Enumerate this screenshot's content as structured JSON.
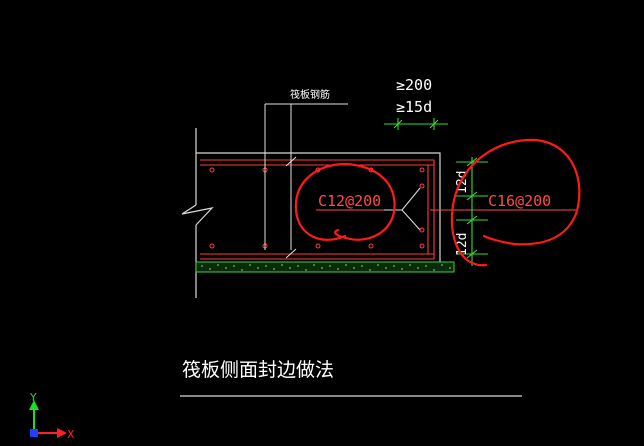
{
  "drawing": {
    "title": "筏板侧面封边做法",
    "leader_label": "筏板钢筋",
    "dim_min_200": "≥200",
    "dim_min_15d": "≥15d",
    "rebar_inner": "C12@200",
    "rebar_side": "C16@200",
    "dim_12d_top": "12d",
    "dim_12d_bottom": "12d"
  },
  "ucs": {
    "x_label": "X",
    "y_label": "Y"
  },
  "colors": {
    "background": "#000000",
    "slab_outline": "#ffffff",
    "rebar": "#ff3030",
    "dimension": "#33dd33",
    "text": "#ffffff",
    "markup": "#ff0000",
    "axis_x": "#ff2020",
    "axis_y": "#20dd20",
    "axis_origin": "#2040ff"
  }
}
